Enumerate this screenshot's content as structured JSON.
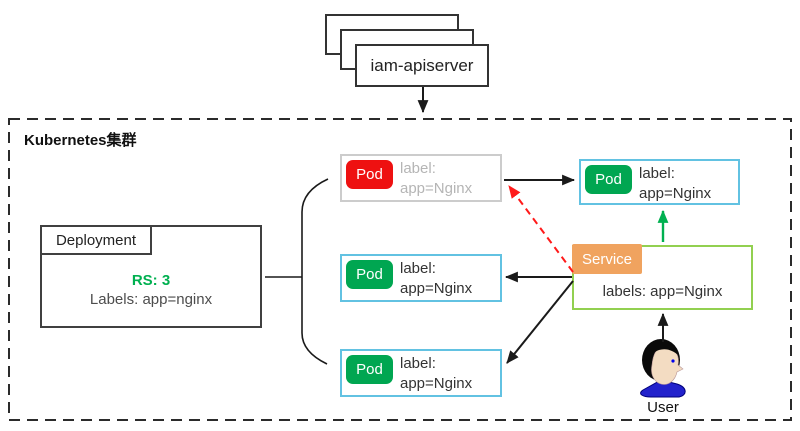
{
  "apiserver": {
    "label": "iam-apiserver"
  },
  "cluster": {
    "title": "Kubernetes集群"
  },
  "deployment": {
    "tab_label": "Deployment",
    "replicas": "RS: 3",
    "labels": "Labels: app=nginx"
  },
  "pods": [
    {
      "badge": "Pod",
      "line1": "label:",
      "line2": "app=Nginx",
      "state": "stale"
    },
    {
      "badge": "Pod",
      "line1": "label:",
      "line2": "app=Nginx",
      "state": "active"
    },
    {
      "badge": "Pod",
      "line1": "label:",
      "line2": "app=Nginx",
      "state": "active"
    },
    {
      "badge": "Pod",
      "line1": "label:",
      "line2": "app=Nginx",
      "state": "active"
    }
  ],
  "service": {
    "badge": "Service",
    "labels": "labels: app=Nginx"
  },
  "user": {
    "label": "User"
  },
  "colors": {
    "pod_badge_active": "#00a651",
    "pod_badge_stale": "#ee1111",
    "pod_border_active": "#62c2e2",
    "pod_border_stale": "#cccccc",
    "service_badge": "#f0a35f",
    "service_border": "#92d050",
    "replica_text_green": "#00b050",
    "selector_arrow_green": "#00b050",
    "stale_arrow_red": "#ff1a1a",
    "muted_text": "#b5b5b5",
    "line_black": "#1a1a1a"
  }
}
